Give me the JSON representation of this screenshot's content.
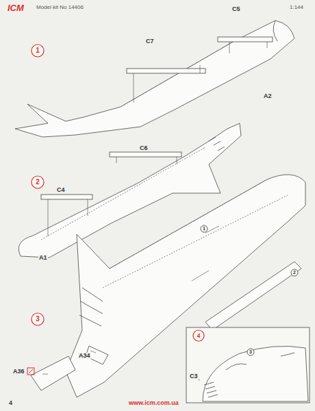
{
  "diagram": {
    "nodes": [
      {
        "text": [
          "1"
        ]
      },
      {
        "text": [
          "2"
        ]
      },
      {
        "text": [
          "3"
        ]
      },
      {
        "text": [
          "4"
        ]
      },
      {
        "text": [
          "1"
        ]
      },
      {
        "text": [
          "2"
        ]
      },
      {
        "text": [
          "3"
        ]
      }
    ],
    "labels": [
      "ICM",
      "Model kit No 14406",
      "1:144",
      "C5",
      "C7",
      "A2",
      "C6",
      "C4",
      "A1",
      "A34",
      "A36",
      "C3",
      "4",
      "www.icm.com.ua"
    ]
  }
}
